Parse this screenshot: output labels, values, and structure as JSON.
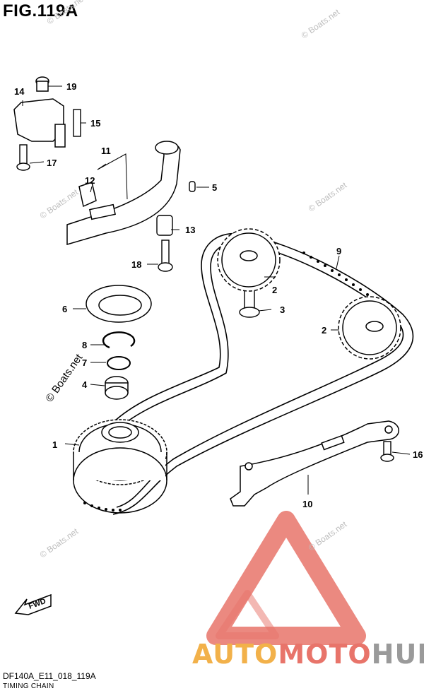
{
  "figure": {
    "title": "FIG.119A",
    "code": "DF140A_E11_018_119A",
    "subtitle": "TIMING CHAIN"
  },
  "fwd_label": "FWD",
  "watermark": "© Boats.net",
  "logo": {
    "part1": "AUTO",
    "part2": "MOTO",
    "part3": "HUB",
    "colors": {
      "auto": "#f2b14a",
      "moto": "#e8746a",
      "hub": "#9a9a9a",
      "triangle": "#e8746a"
    }
  },
  "parts": [
    {
      "num": "1"
    },
    {
      "num": "2"
    },
    {
      "num": "2"
    },
    {
      "num": "3"
    },
    {
      "num": "4"
    },
    {
      "num": "5"
    },
    {
      "num": "6"
    },
    {
      "num": "7"
    },
    {
      "num": "8"
    },
    {
      "num": "9"
    },
    {
      "num": "10"
    },
    {
      "num": "11"
    },
    {
      "num": "12"
    },
    {
      "num": "13"
    },
    {
      "num": "14"
    },
    {
      "num": "15"
    },
    {
      "num": "16"
    },
    {
      "num": "17"
    },
    {
      "num": "18"
    },
    {
      "num": "19"
    }
  ]
}
